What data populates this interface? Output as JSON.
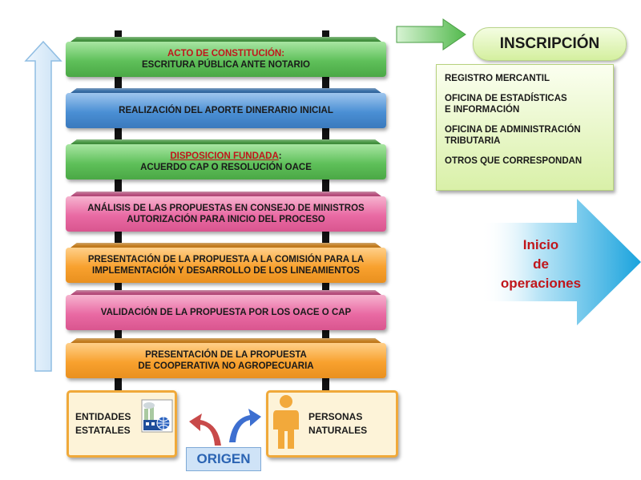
{
  "steps": [
    {
      "lines": [
        "ACTO DE CONSTITUCIÓN:",
        "ESCRITURA PÚBLICA ANTE NOTARIO"
      ],
      "color": "#5fc05a"
    },
    {
      "lines": [
        "REALIZACIÓN DEL APORTE DINERARIO INICIAL"
      ],
      "color": "#4a8fd4"
    },
    {
      "lines": [
        "DISPOSICION FUNDADA",
        ":",
        "ACUERDO CAP O RESOLUCIÓN OACE"
      ],
      "color": "#5fc05a"
    },
    {
      "lines": [
        "ANÁLISIS DE LAS PROPUESTAS EN CONSEJO DE MINISTROS",
        "AUTORIZACIÓN PARA INICIO DEL PROCESO"
      ],
      "color": "#e96aa3"
    },
    {
      "lines": [
        "PRESENTACIÓN DE LA PROPUESTA A LA COMISIÓN PARA LA",
        "IMPLEMENTACIÓN Y DESARROLLO DE LOS LINEAMIENTOS"
      ],
      "color": "#f8a12e"
    },
    {
      "lines": [
        "VALIDACIÓN DE LA PROPUESTA POR LOS OACE O CAP"
      ],
      "color": "#e96aa3"
    },
    {
      "lines": [
        "PRESENTACIÓN DE LA PROPUESTA",
        "DE COOPERATIVA NO AGROPECUARIA"
      ],
      "color": "#f8a12e"
    }
  ],
  "inscripcion": {
    "title": "INSCRIPCIÓN",
    "items": [
      "REGISTRO MERCANTIL",
      "OFICINA DE ESTADÍSTICAS\nE INFORMACIÓN",
      "OFICINA DE ADMINISTRACIÓN\nTRIBUTARIA",
      "OTROS QUE CORRESPONDAN"
    ]
  },
  "inicio": {
    "line1": "Inicio",
    "line2": "de",
    "line3": "operaciones"
  },
  "origen": {
    "label": "ORIGEN",
    "entidades": {
      "line1": "ENTIDADES",
      "line2": "ESTATALES"
    },
    "personas": {
      "line1": "PERSONAS",
      "line2": "NATURALES"
    }
  },
  "colors": {
    "accent_red": "#c0161b",
    "origin_blue": "#2b64b3",
    "arrow_cyan": "#29a9e0"
  }
}
